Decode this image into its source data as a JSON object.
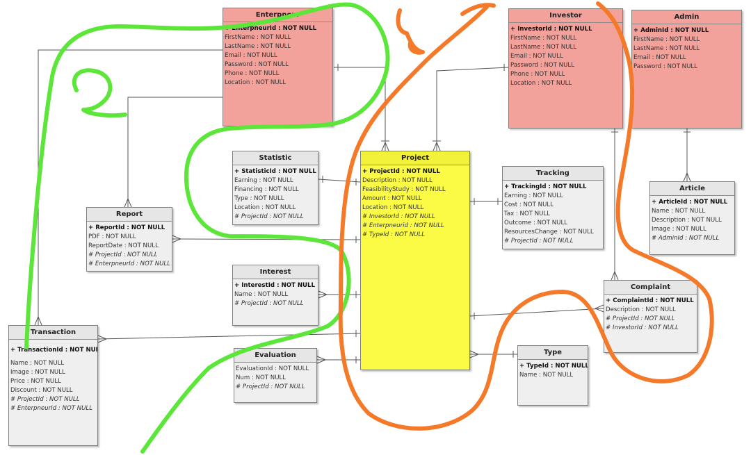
{
  "entities": {
    "enterpreneur": {
      "title": "Enterpneur",
      "rows": [
        {
          "text": "+ EnterpneurId :  NOT NULL",
          "kind": "pk"
        },
        {
          "text": "FirstName :  NOT NULL"
        },
        {
          "text": "LastName :  NOT NULL"
        },
        {
          "text": "Email :  NOT NULL"
        },
        {
          "text": "Password :  NOT NULL"
        },
        {
          "text": "Phone :  NOT NULL"
        },
        {
          "text": "Location :  NOT NULL"
        }
      ]
    },
    "investor": {
      "title": "Investor",
      "rows": [
        {
          "text": "+ InvestorId :  NOT NULL",
          "kind": "pk"
        },
        {
          "text": "FirstName :  NOT NULL"
        },
        {
          "text": "LastName :  NOT NULL"
        },
        {
          "text": "Email :  NOT NULL"
        },
        {
          "text": "Password :  NOT NULL"
        },
        {
          "text": "Phone :  NOT NULL"
        },
        {
          "text": "Location :  NOT NULL"
        }
      ]
    },
    "admin": {
      "title": "Admin",
      "rows": [
        {
          "text": "+ AdminId :  NOT NULL",
          "kind": "pk"
        },
        {
          "text": "FirstName :  NOT NULL"
        },
        {
          "text": "LastName :  NOT NULL"
        },
        {
          "text": "Email :  NOT NULL"
        },
        {
          "text": "Password :  NOT NULL"
        }
      ]
    },
    "statistic": {
      "title": "Statistic",
      "rows": [
        {
          "text": "+ StatisticId :  NOT NULL",
          "kind": "pk"
        },
        {
          "text": "Earning :  NOT NULL"
        },
        {
          "text": "Financing :  NOT NULL"
        },
        {
          "text": "Type :  NOT NULL"
        },
        {
          "text": "Location :  NOT NULL"
        },
        {
          "text": "# ProjectId :  NOT NULL",
          "kind": "fk"
        }
      ]
    },
    "project": {
      "title": "Project",
      "rows": [
        {
          "text": "+ ProjectId :  NOT NULL",
          "kind": "pk"
        },
        {
          "text": "Description :  NOT NULL"
        },
        {
          "text": "FeasibilityStudy :  NOT NULL"
        },
        {
          "text": "Amount :  NOT NULL"
        },
        {
          "text": "Location :  NOT NULL"
        },
        {
          "text": "# InvestorId :  NOT NULL",
          "kind": "fk"
        },
        {
          "text": "# Enterpneurid :  NOT NULL",
          "kind": "fk"
        },
        {
          "text": "# TypeId :  NOT NULL",
          "kind": "fk"
        }
      ]
    },
    "tracking": {
      "title": "Tracking",
      "rows": [
        {
          "text": "+ TrackingId :  NOT NULL",
          "kind": "pk"
        },
        {
          "text": "Earning :  NOT NULL"
        },
        {
          "text": "Cost :  NOT NULL"
        },
        {
          "text": "Tax :  NOT NULL"
        },
        {
          "text": "Outcome :  NOT NULL"
        },
        {
          "text": "ResourcesChange :  NOT NULL"
        },
        {
          "text": "# ProjectId :  NOT NULL",
          "kind": "fk"
        }
      ]
    },
    "article": {
      "title": "Article",
      "rows": [
        {
          "text": "+ ArticleId :  NOT NULL",
          "kind": "pk"
        },
        {
          "text": "Name :  NOT NULL"
        },
        {
          "text": "Description :  NOT NULL"
        },
        {
          "text": "Image :  NOT NULL"
        },
        {
          "text": "# AdminId :  NOT NULL",
          "kind": "fk"
        }
      ]
    },
    "report": {
      "title": "Report",
      "rows": [
        {
          "text": "+ ReportId :  NOT NULL",
          "kind": "pk"
        },
        {
          "text": "PDF :  NOT NULL"
        },
        {
          "text": "ReportDate :  NOT NULL"
        },
        {
          "text": "# ProjectId :  NOT NULL",
          "kind": "fk"
        },
        {
          "text": "# EnterpneurId :  NOT NULL",
          "kind": "fk"
        }
      ]
    },
    "interest": {
      "title": "Interest",
      "rows": [
        {
          "text": "+ InterestId :  NOT NULL",
          "kind": "pk"
        },
        {
          "text": "Name :  NOT NULL"
        },
        {
          "text": "# ProjectId :  NOT NULL",
          "kind": "fk"
        }
      ]
    },
    "complaint": {
      "title": "Complaint",
      "rows": [
        {
          "text": "+ ComplaintId :  NOT NULL",
          "kind": "pk"
        },
        {
          "text": "Description :  NOT NULL"
        },
        {
          "text": "# ProjectId :  NOT NULL",
          "kind": "fk"
        },
        {
          "text": "# InvestorId :  NOT NULL",
          "kind": "fk"
        }
      ]
    },
    "transaction": {
      "title": "Transaction",
      "rows": [
        {
          "text": "",
          "kind": "sep"
        },
        {
          "text": "+ TransactionId :  NOT NULL",
          "kind": "pk"
        },
        {
          "text": "",
          "kind": "sep"
        },
        {
          "text": "Name :  NOT NULL"
        },
        {
          "text": "Image :  NOT NULL"
        },
        {
          "text": "Price :  NOT NULL"
        },
        {
          "text": "Discount :  NOT NULL"
        },
        {
          "text": "# ProjectId :  NOT NULL",
          "kind": "fk"
        },
        {
          "text": "# EnterpneurId :  NOT NULL",
          "kind": "fk"
        }
      ]
    },
    "evaluation": {
      "title": "Evaluation",
      "rows": [
        {
          "text": "EvaluationId :  NOT NULL"
        },
        {
          "text": "Num :  NOT NULL"
        },
        {
          "text": "# ProjectId :  NOT NULL",
          "kind": "fk"
        }
      ]
    },
    "type": {
      "title": "Type",
      "rows": [
        {
          "text": "+ TypeId :  NOT NULL",
          "kind": "pk"
        },
        {
          "text": "Name :  NOT NULL"
        }
      ]
    }
  },
  "annotations": {
    "green_color": "#5ce63a",
    "orange_color": "#f47a2a"
  }
}
